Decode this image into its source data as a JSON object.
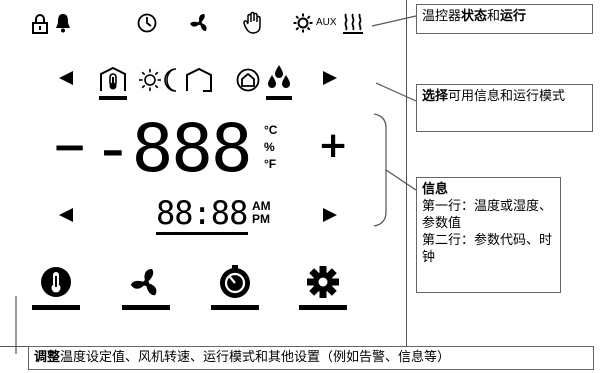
{
  "display": {
    "status_aux": "AUX",
    "main_value": "-888",
    "minus_left": "−",
    "plus_right": "+",
    "units": {
      "celsius": "°C",
      "percent": "%",
      "fahrenheit": "°F"
    },
    "clock": "88:88",
    "am": "AM",
    "pm": "PM"
  },
  "callouts": {
    "status": {
      "prefix": "温控器",
      "b1": "状态",
      "mid": "和",
      "b2": "运行"
    },
    "select": {
      "b": "选择",
      "rest": "可用信息和运行模式"
    },
    "info": {
      "title": "信息",
      "line1": "第一行：温度或湿度、参数值",
      "line2": "第二行：参数代码、时钟"
    },
    "adjust": {
      "b": "调整",
      "rest": "温度设定值、风机转速、运行模式和其他设置（例如告警、信息等）"
    }
  }
}
